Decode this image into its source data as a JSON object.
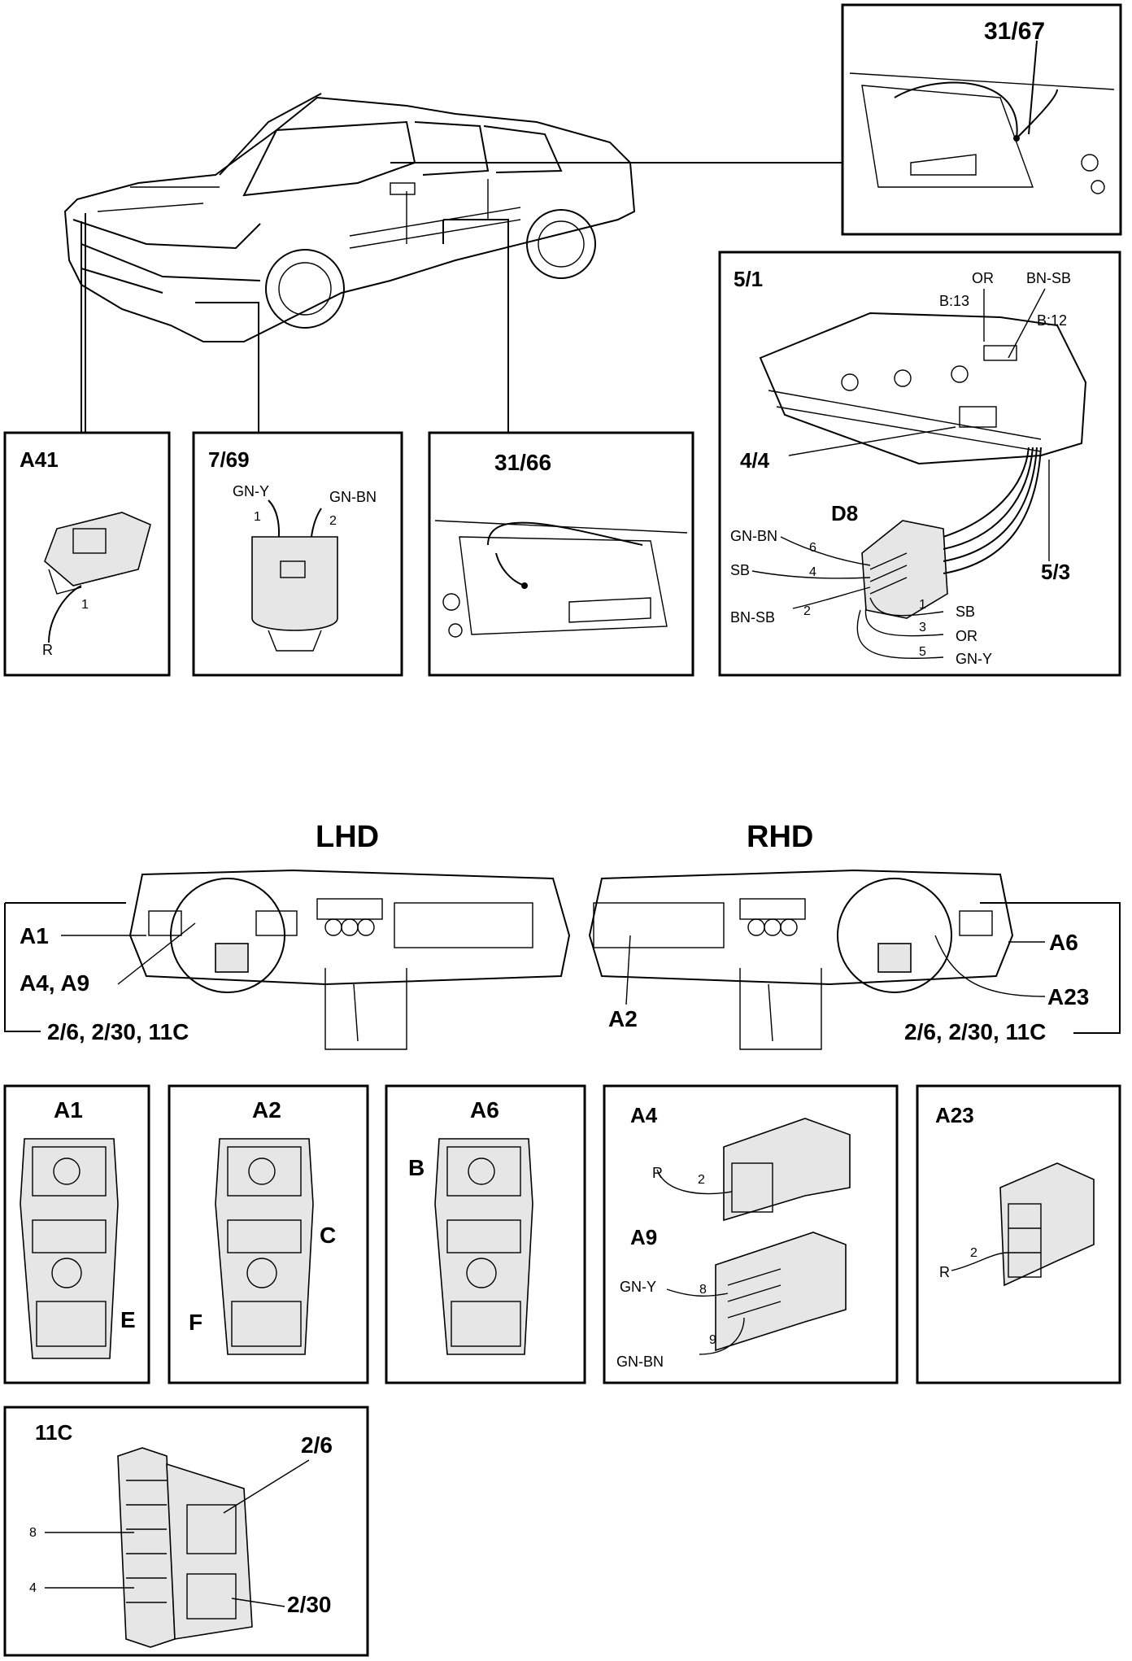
{
  "callouts": {
    "c3167": "31/67",
    "c51": "5/1",
    "c44": "4/4",
    "c53": "5/3",
    "d8": "D8",
    "or_top": "OR",
    "bnsb_top": "BN-SB",
    "b13": "B:13",
    "b12": "B:12",
    "gnbn": "GN-BN",
    "sb": "SB",
    "bnsb": "BN-SB",
    "sb_r": "SB",
    "or_r": "OR",
    "gny_r": "GN-Y",
    "p6": "6",
    "p4": "4",
    "p2": "2",
    "p1": "1",
    "p3": "3",
    "p5": "5",
    "a41": "A41",
    "a41_pin": "1",
    "a41_r": "R",
    "c769": "7/69",
    "c769_gny": "GN-Y",
    "c769_gnbn": "GN-BN",
    "c769_p1": "1",
    "c769_p2": "2",
    "c3166": "31/66",
    "lhd": "LHD",
    "rhd": "RHD",
    "lhd_a1": "A1",
    "lhd_a4a9": "A4, A9",
    "lhd_bottom": "2/6, 2/30, 11C",
    "rhd_a6": "A6",
    "rhd_a23": "A23",
    "rhd_a2": "A2",
    "rhd_bottom": "2/6, 2/30, 11C",
    "p_a1": "A1",
    "p_a1_e": "E",
    "p_a2": "A2",
    "p_a2_c": "C",
    "p_a2_f": "F",
    "p_a6": "A6",
    "p_a6_b": "B",
    "p_a4": "A4",
    "p_a4_r": "R",
    "p_a4_2": "2",
    "p_a9": "A9",
    "p_a9_gny": "GN-Y",
    "p_a9_8": "8",
    "p_a9_9": "9",
    "p_a9_gnbn": "GN-BN",
    "p_a23": "A23",
    "p_a23_r": "R",
    "p_a23_2": "2",
    "p_11c": "11C",
    "p_11c_26": "2/6",
    "p_11c_230": "2/30",
    "p_11c_8": "8",
    "p_11c_4": "4"
  }
}
